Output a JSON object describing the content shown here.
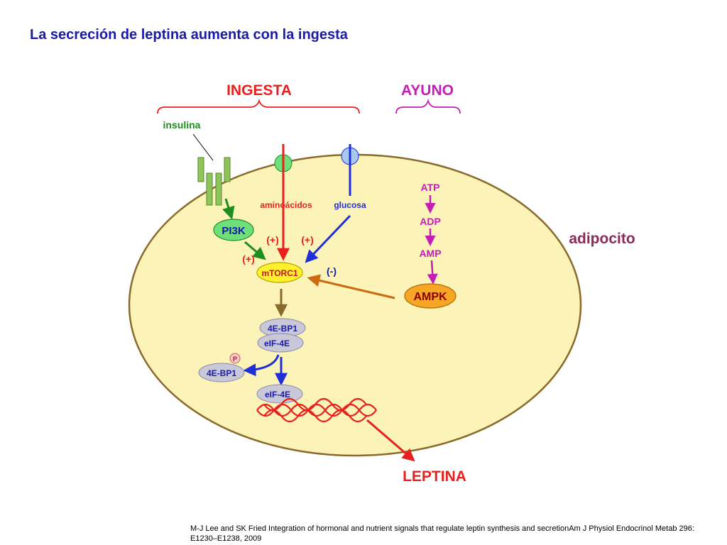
{
  "title": "La secreción de leptina aumenta con la ingesta",
  "citation": "M-J Lee and SK Fried Integration of hormonal and nutrient signals that regulate leptin synthesis and secretionAm J Physiol Endocrinol Metab 296: E1230–E1238, 2009",
  "groups": {
    "ingesta": "INGESTA",
    "ayuno": "AYUNO"
  },
  "labels": {
    "insulina": "insulina",
    "aminoacidos": "aminoácidos",
    "glucosa": "glucosa",
    "pi3k": "PI3K",
    "plus_aminoacidos": "(+)",
    "plus_glucosa": "(+)",
    "plus_pi3k": "(+)",
    "minus_ampk": "(-)",
    "mtorc1": "mTORC1",
    "atp": "ATP",
    "adp": "ADP",
    "amp": "AMP",
    "ampk": "AMPK",
    "adipocito": "adipocito",
    "bp1_complex": "4E-BP1",
    "eif4e_complex": "eIF-4E",
    "phospho": "P",
    "bp1_free": "4E-BP1",
    "eif4e_free": "eIF-4E",
    "leptina": "LEPTINA"
  },
  "colors": {
    "title": "#1a1aa8",
    "ingesta": "#e8211e",
    "ayuno": "#c41fb4",
    "cell_fill": "#fbf3b8",
    "cell_stroke": "#8a6a2a",
    "insulina": "#1f8c1f",
    "receptor": "#8fc45a",
    "amino": "#e8211e",
    "glucosa": "#1f2fd8",
    "pi3k": "#6ee07a",
    "mtorc1": "#fff22a",
    "ampk": "#f5a623",
    "ampk_arrow": "#cc6a10",
    "complex": "#c8c8d8",
    "leptina": "#e8211e"
  }
}
